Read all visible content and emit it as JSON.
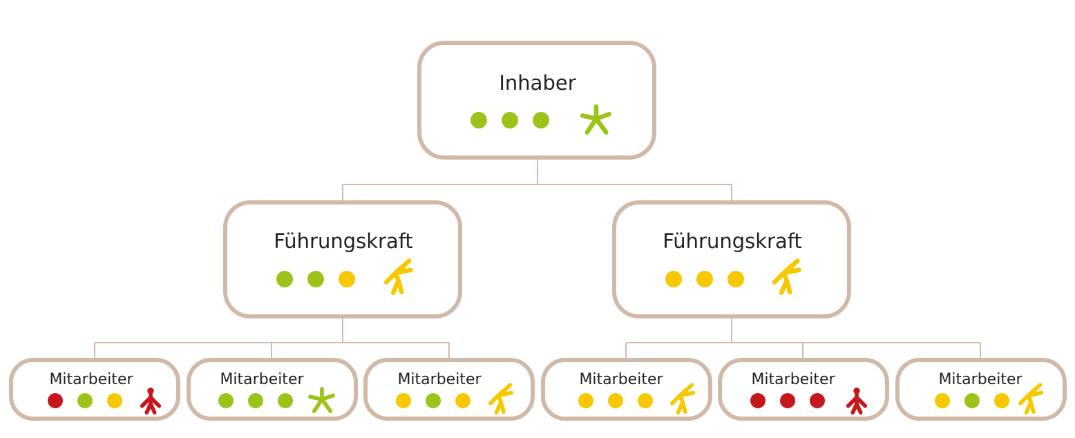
{
  "colors": {
    "green": "#9dc31b",
    "yellow": "#f7c800",
    "red": "#c5171c",
    "border": "#d1b9a8"
  },
  "owner": {
    "label": "Inhaber",
    "dots": [
      "green",
      "green",
      "green"
    ],
    "icon": "green-asterisk-icon"
  },
  "managers": [
    {
      "label": "Führungskraft",
      "dots": [
        "green",
        "green",
        "yellow"
      ],
      "icon": "yellow-figure-icon"
    },
    {
      "label": "Führungskraft",
      "dots": [
        "yellow",
        "yellow",
        "yellow"
      ],
      "icon": "yellow-figure-icon"
    }
  ],
  "employees": [
    {
      "label": "Mitarbeiter",
      "dots": [
        "red",
        "green",
        "yellow"
      ],
      "icon": "red-figure-icon"
    },
    {
      "label": "Mitarbeiter",
      "dots": [
        "green",
        "green",
        "green"
      ],
      "icon": "green-asterisk-icon"
    },
    {
      "label": "Mitarbeiter",
      "dots": [
        "yellow",
        "green",
        "yellow"
      ],
      "icon": "yellow-figure-icon"
    },
    {
      "label": "Mitarbeiter",
      "dots": [
        "yellow",
        "yellow",
        "yellow"
      ],
      "icon": "yellow-figure-icon"
    },
    {
      "label": "Mitarbeiter",
      "dots": [
        "red",
        "red",
        "red"
      ],
      "icon": "red-figure-icon"
    },
    {
      "label": "Mitarbeiter",
      "dots": [
        "yellow",
        "green",
        "yellow"
      ],
      "icon": "yellow-figure-icon"
    }
  ]
}
